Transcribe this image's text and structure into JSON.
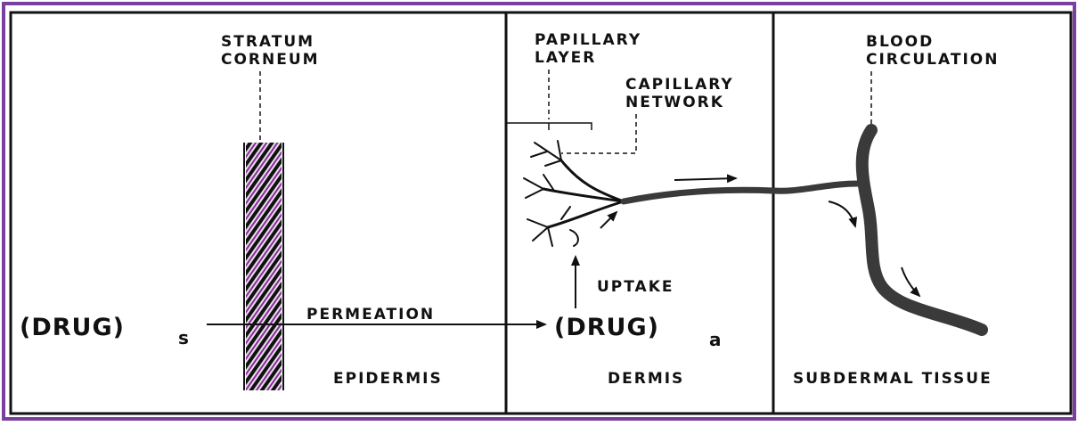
{
  "labels": {
    "stratum_corneum": [
      "STRATUM",
      "CORNEUM"
    ],
    "papillary_layer": [
      "PAPILLARY",
      "LAYER"
    ],
    "capillary_network": [
      "CAPILLARY",
      "NETWORK"
    ],
    "blood_circulation": [
      "BLOOD",
      "CIRCULATION"
    ],
    "permeation": "PERMEATION",
    "uptake": "UPTAKE",
    "epidermis": "EPIDERMIS",
    "dermis": "DERMIS",
    "subdermal_tissue": "SUBDERMAL TISSUE"
  },
  "drug_source": {
    "text": "(DRUG)",
    "subscript": "s"
  },
  "drug_absorbed": {
    "text": "(DRUG)",
    "subscript": "a"
  },
  "colors": {
    "frame": "#7b3fa0",
    "ink": "#111111",
    "hatch_accent": "#8a2a9a",
    "vessel": "#3a3a3a"
  }
}
